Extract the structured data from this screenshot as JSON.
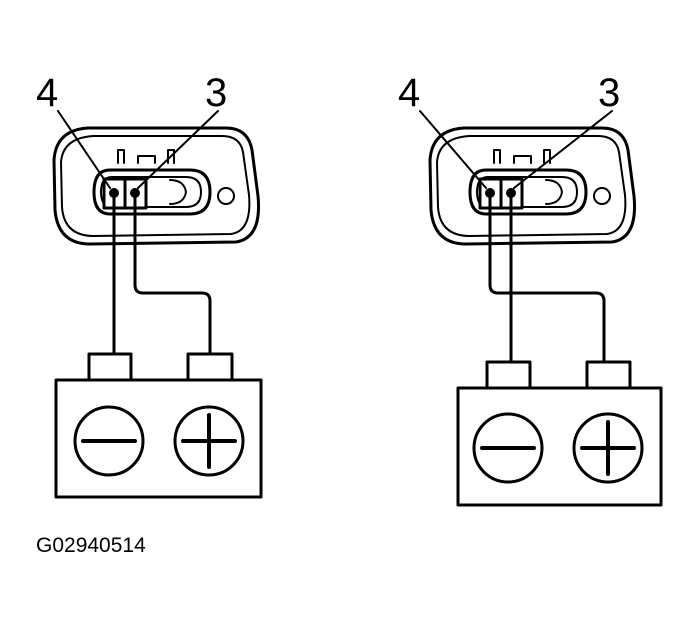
{
  "diagrams": [
    {
      "pin_left_label": "4",
      "pin_right_label": "3",
      "battery": {
        "negative_symbol": "minus-icon",
        "positive_symbol": "plus-icon"
      }
    },
    {
      "pin_left_label": "4",
      "pin_right_label": "3",
      "battery": {
        "negative_symbol": "minus-icon",
        "positive_symbol": "plus-icon"
      }
    }
  ],
  "figure_code": "G02940514",
  "colors": {
    "line": "#000000",
    "background": "#ffffff"
  }
}
